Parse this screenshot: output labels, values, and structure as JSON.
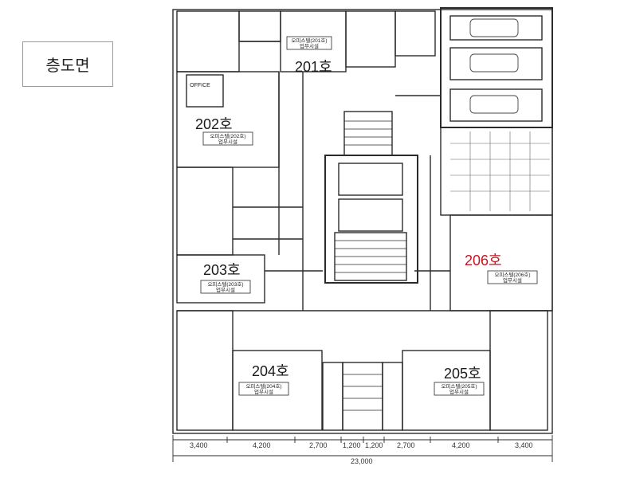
{
  "title": "층도면",
  "units": {
    "u201": "201호",
    "u202": "202호",
    "u203": "203호",
    "u204": "204호",
    "u205": "205호",
    "u206": "206호"
  },
  "room_captions": {
    "c201": "오피스텔(201호)",
    "c202": "오피스텔(202호)",
    "c203": "오피스텔(203호)",
    "c204": "오피스텔(204호)",
    "c205": "오피스텔(205호)",
    "c206": "오피스텔(206호)",
    "use": "업무시설"
  },
  "office_tag": "OFFICE",
  "dimensions": {
    "d1": "3,400",
    "d2": "4,200",
    "d3": "2,700",
    "d4": "1,200",
    "d5": "1,200",
    "d6": "2,700",
    "d7": "4,200",
    "d8": "3,400",
    "total": "23,000"
  },
  "colors": {
    "line": "#2a2a2a",
    "accent_red": "#c8141e"
  }
}
